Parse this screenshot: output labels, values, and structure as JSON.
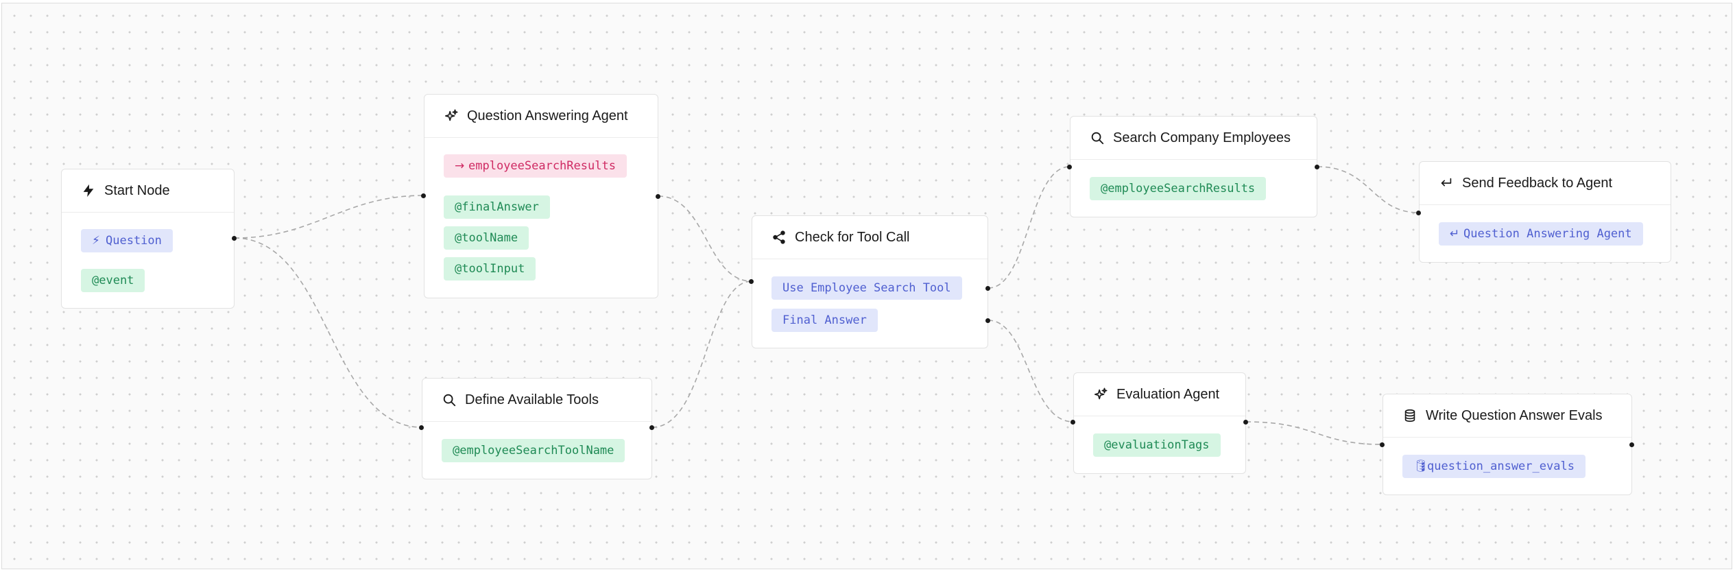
{
  "colors": {
    "tag_green_bg": "#d6f5e3",
    "tag_green_text": "#1f8a55",
    "tag_blue_bg": "#e1e6fb",
    "tag_blue_text": "#4f5fd0",
    "tag_pink_bg": "#fbe1ea",
    "tag_pink_text": "#cf2a63",
    "edge": "#a8a8a8"
  },
  "nodes": {
    "start": {
      "title": "Start Node",
      "icon": "bolt-icon",
      "tags": [
        {
          "text": "Question",
          "icon": "bolt-icon"
        },
        {
          "text": "@event"
        }
      ]
    },
    "qa_agent": {
      "title": "Question Answering Agent",
      "icon": "sparkles-icon",
      "tags": [
        {
          "text": "employeeSearchResults",
          "icon": "arrow-right-icon"
        },
        {
          "text": "@finalAnswer"
        },
        {
          "text": "@toolName"
        },
        {
          "text": "@toolInput"
        }
      ]
    },
    "define_tools": {
      "title": "Define Available Tools",
      "icon": "search-icon",
      "tags": [
        {
          "text": "@employeeSearchToolName"
        }
      ]
    },
    "check_tool": {
      "title": "Check for Tool Call",
      "icon": "share-icon",
      "tags": [
        {
          "text": "Use Employee Search Tool"
        },
        {
          "text": "Final Answer"
        }
      ]
    },
    "search_employees": {
      "title": "Search Company Employees",
      "icon": "search-icon",
      "tags": [
        {
          "text": "@employeeSearchResults"
        }
      ]
    },
    "send_feedback": {
      "title": "Send Feedback to Agent",
      "icon": "return-icon",
      "tags": [
        {
          "text": "Question Answering Agent",
          "icon": "return-icon"
        }
      ]
    },
    "eval_agent": {
      "title": "Evaluation Agent",
      "icon": "sparkles-icon",
      "tags": [
        {
          "text": "@evaluationTags"
        }
      ]
    },
    "write_evals": {
      "title": "Write Question Answer Evals",
      "icon": "database-icon",
      "tags": [
        {
          "text": "question_answer_evals",
          "icon": "database-icon"
        }
      ]
    }
  }
}
